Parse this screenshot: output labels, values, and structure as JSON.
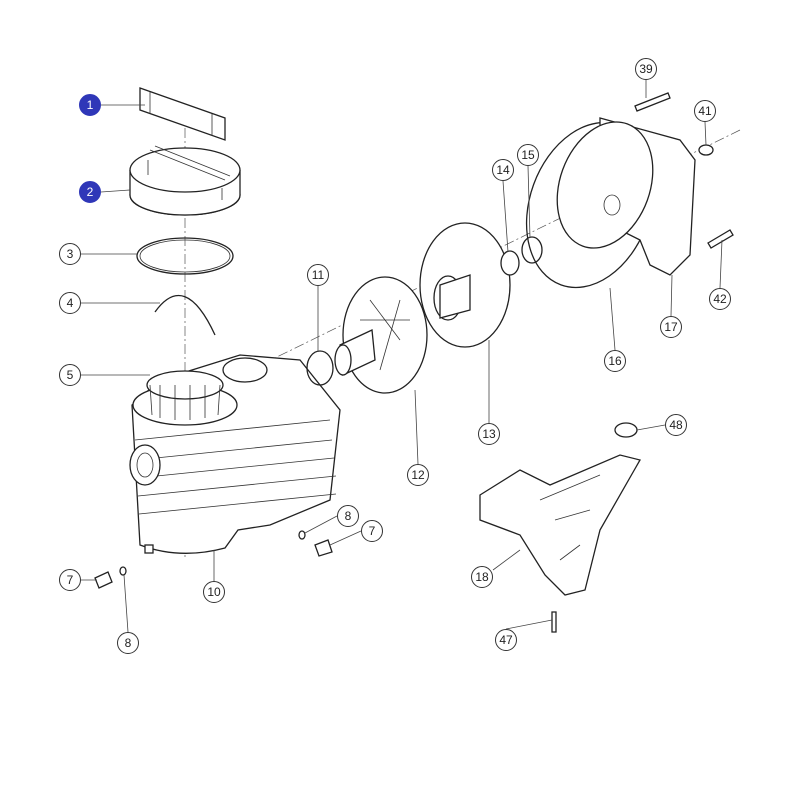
{
  "diagram": {
    "type": "exploded-parts-diagram",
    "highlight_color": "#2f37b8",
    "callouts": [
      {
        "label": "1",
        "highlighted": true
      },
      {
        "label": "2",
        "highlighted": true
      },
      {
        "label": "3",
        "highlighted": false
      },
      {
        "label": "4",
        "highlighted": false
      },
      {
        "label": "5",
        "highlighted": false
      },
      {
        "label": "7",
        "highlighted": false
      },
      {
        "label": "8",
        "highlighted": false
      },
      {
        "label": "10",
        "highlighted": false
      },
      {
        "label": "8",
        "highlighted": false
      },
      {
        "label": "7",
        "highlighted": false
      },
      {
        "label": "11",
        "highlighted": false
      },
      {
        "label": "12",
        "highlighted": false
      },
      {
        "label": "13",
        "highlighted": false
      },
      {
        "label": "14",
        "highlighted": false
      },
      {
        "label": "15",
        "highlighted": false
      },
      {
        "label": "16",
        "highlighted": false
      },
      {
        "label": "17",
        "highlighted": false
      },
      {
        "label": "39",
        "highlighted": false
      },
      {
        "label": "41",
        "highlighted": false
      },
      {
        "label": "42",
        "highlighted": false
      },
      {
        "label": "48",
        "highlighted": false
      },
      {
        "label": "18",
        "highlighted": false
      },
      {
        "label": "47",
        "highlighted": false
      }
    ]
  }
}
